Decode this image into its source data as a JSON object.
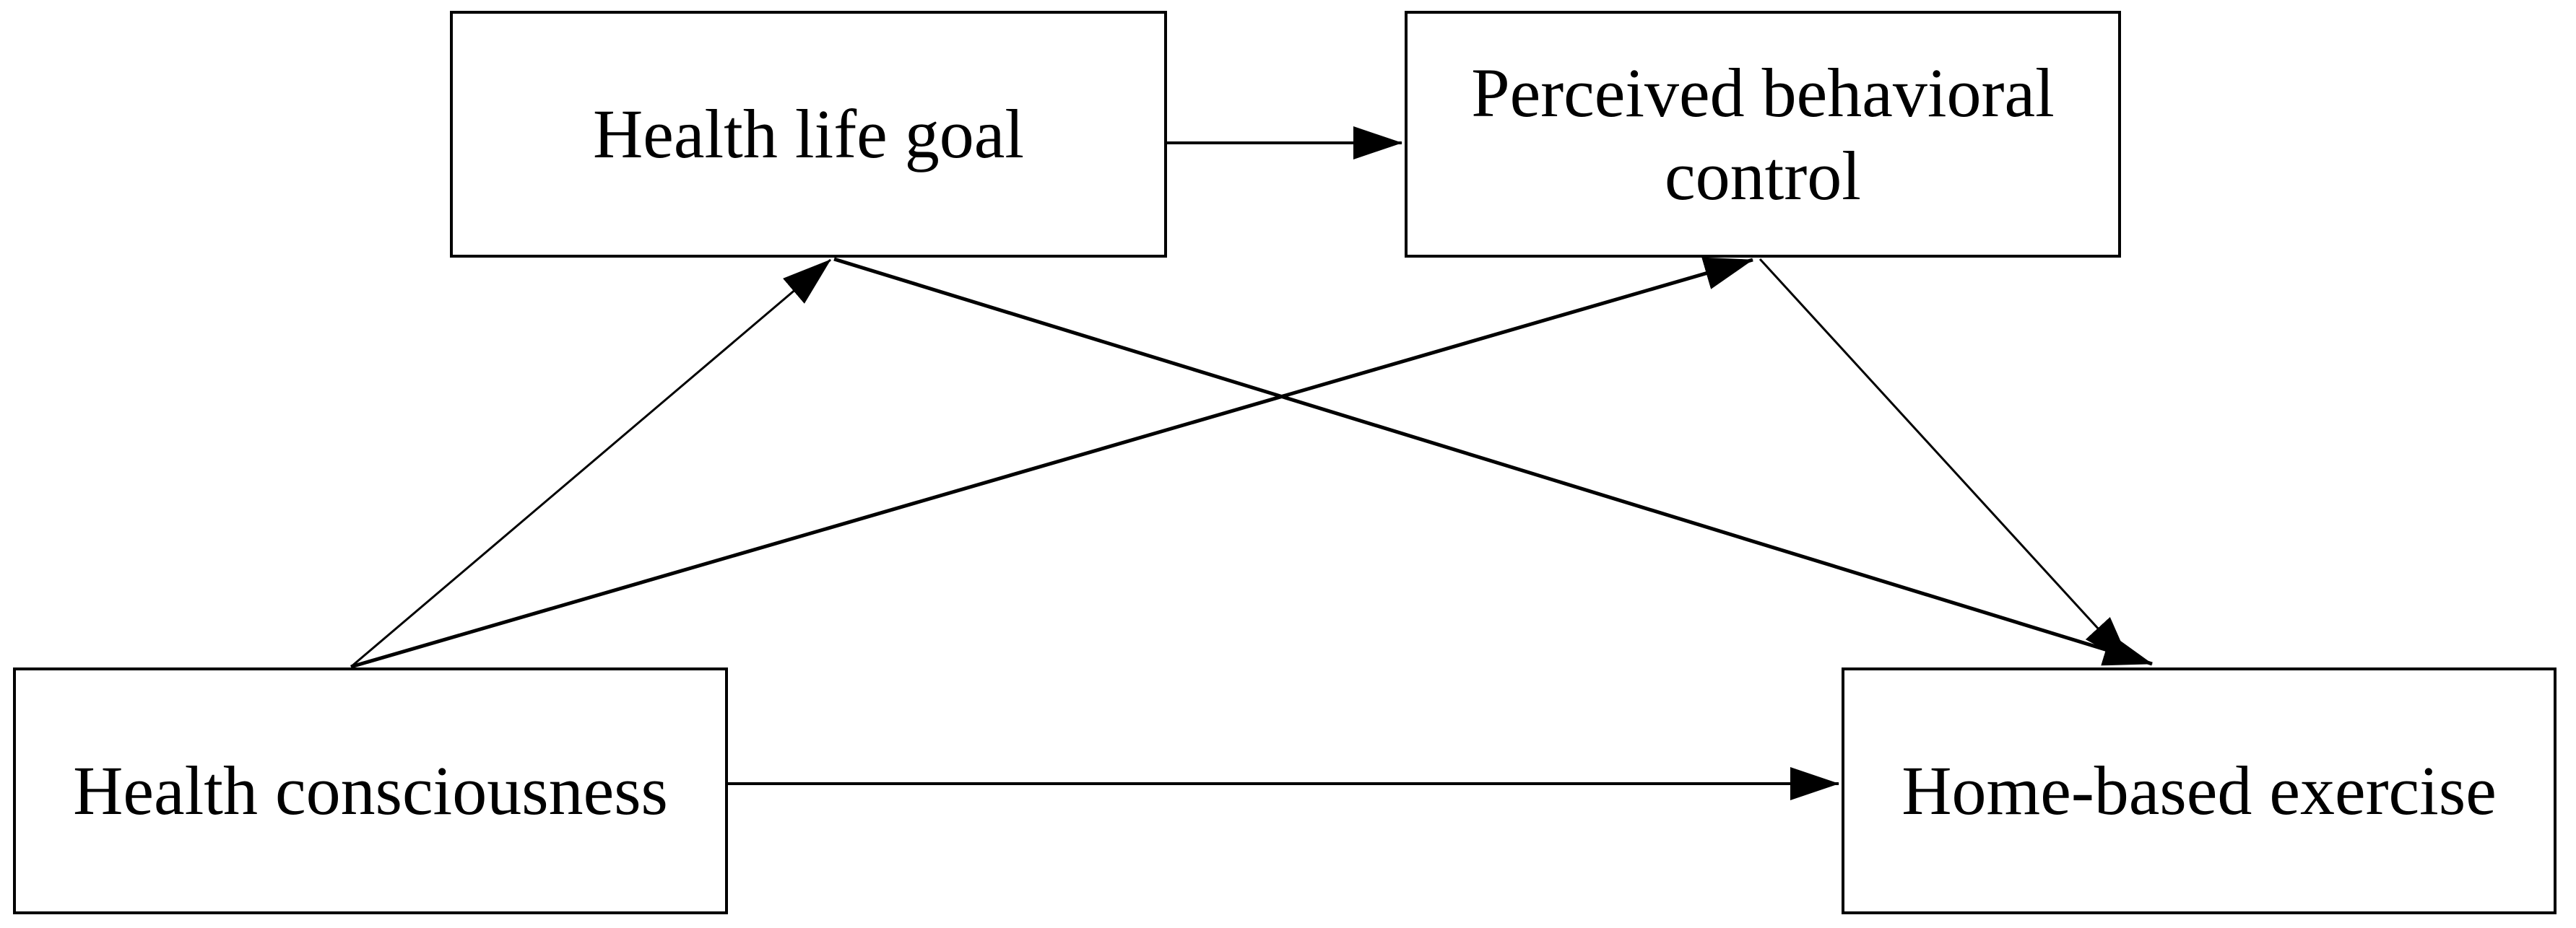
{
  "diagram": {
    "title": "",
    "nodes": [
      {
        "id": "health-life-goal",
        "label": "Health life goal"
      },
      {
        "id": "perceived-behavioral-control",
        "label": "Perceived behavioral control"
      },
      {
        "id": "health-consciousness",
        "label": "Health consciousness"
      },
      {
        "id": "home-based-exercise",
        "label": "Home-based exercise"
      }
    ],
    "edges": [
      {
        "from": "Health life goal",
        "to": "Perceived behavioral control",
        "style": "solid",
        "weight": "normal"
      },
      {
        "from": "Health consciousness",
        "to": "Health life goal",
        "style": "solid",
        "weight": "thin"
      },
      {
        "from": "Health consciousness",
        "to": "Perceived behavioral control",
        "style": "solid",
        "weight": "thick"
      },
      {
        "from": "Health life goal",
        "to": "Home-based exercise",
        "style": "solid",
        "weight": "thick"
      },
      {
        "from": "Perceived behavioral control",
        "to": "Home-based exercise",
        "style": "solid",
        "weight": "thin"
      },
      {
        "from": "Health consciousness",
        "to": "Home-based exercise",
        "style": "solid",
        "weight": "normal"
      }
    ],
    "colors": {
      "line": "#000000",
      "box_border": "#000000",
      "box_fill": "#ffffff",
      "background": "#ffffff",
      "text": "#000000"
    }
  }
}
